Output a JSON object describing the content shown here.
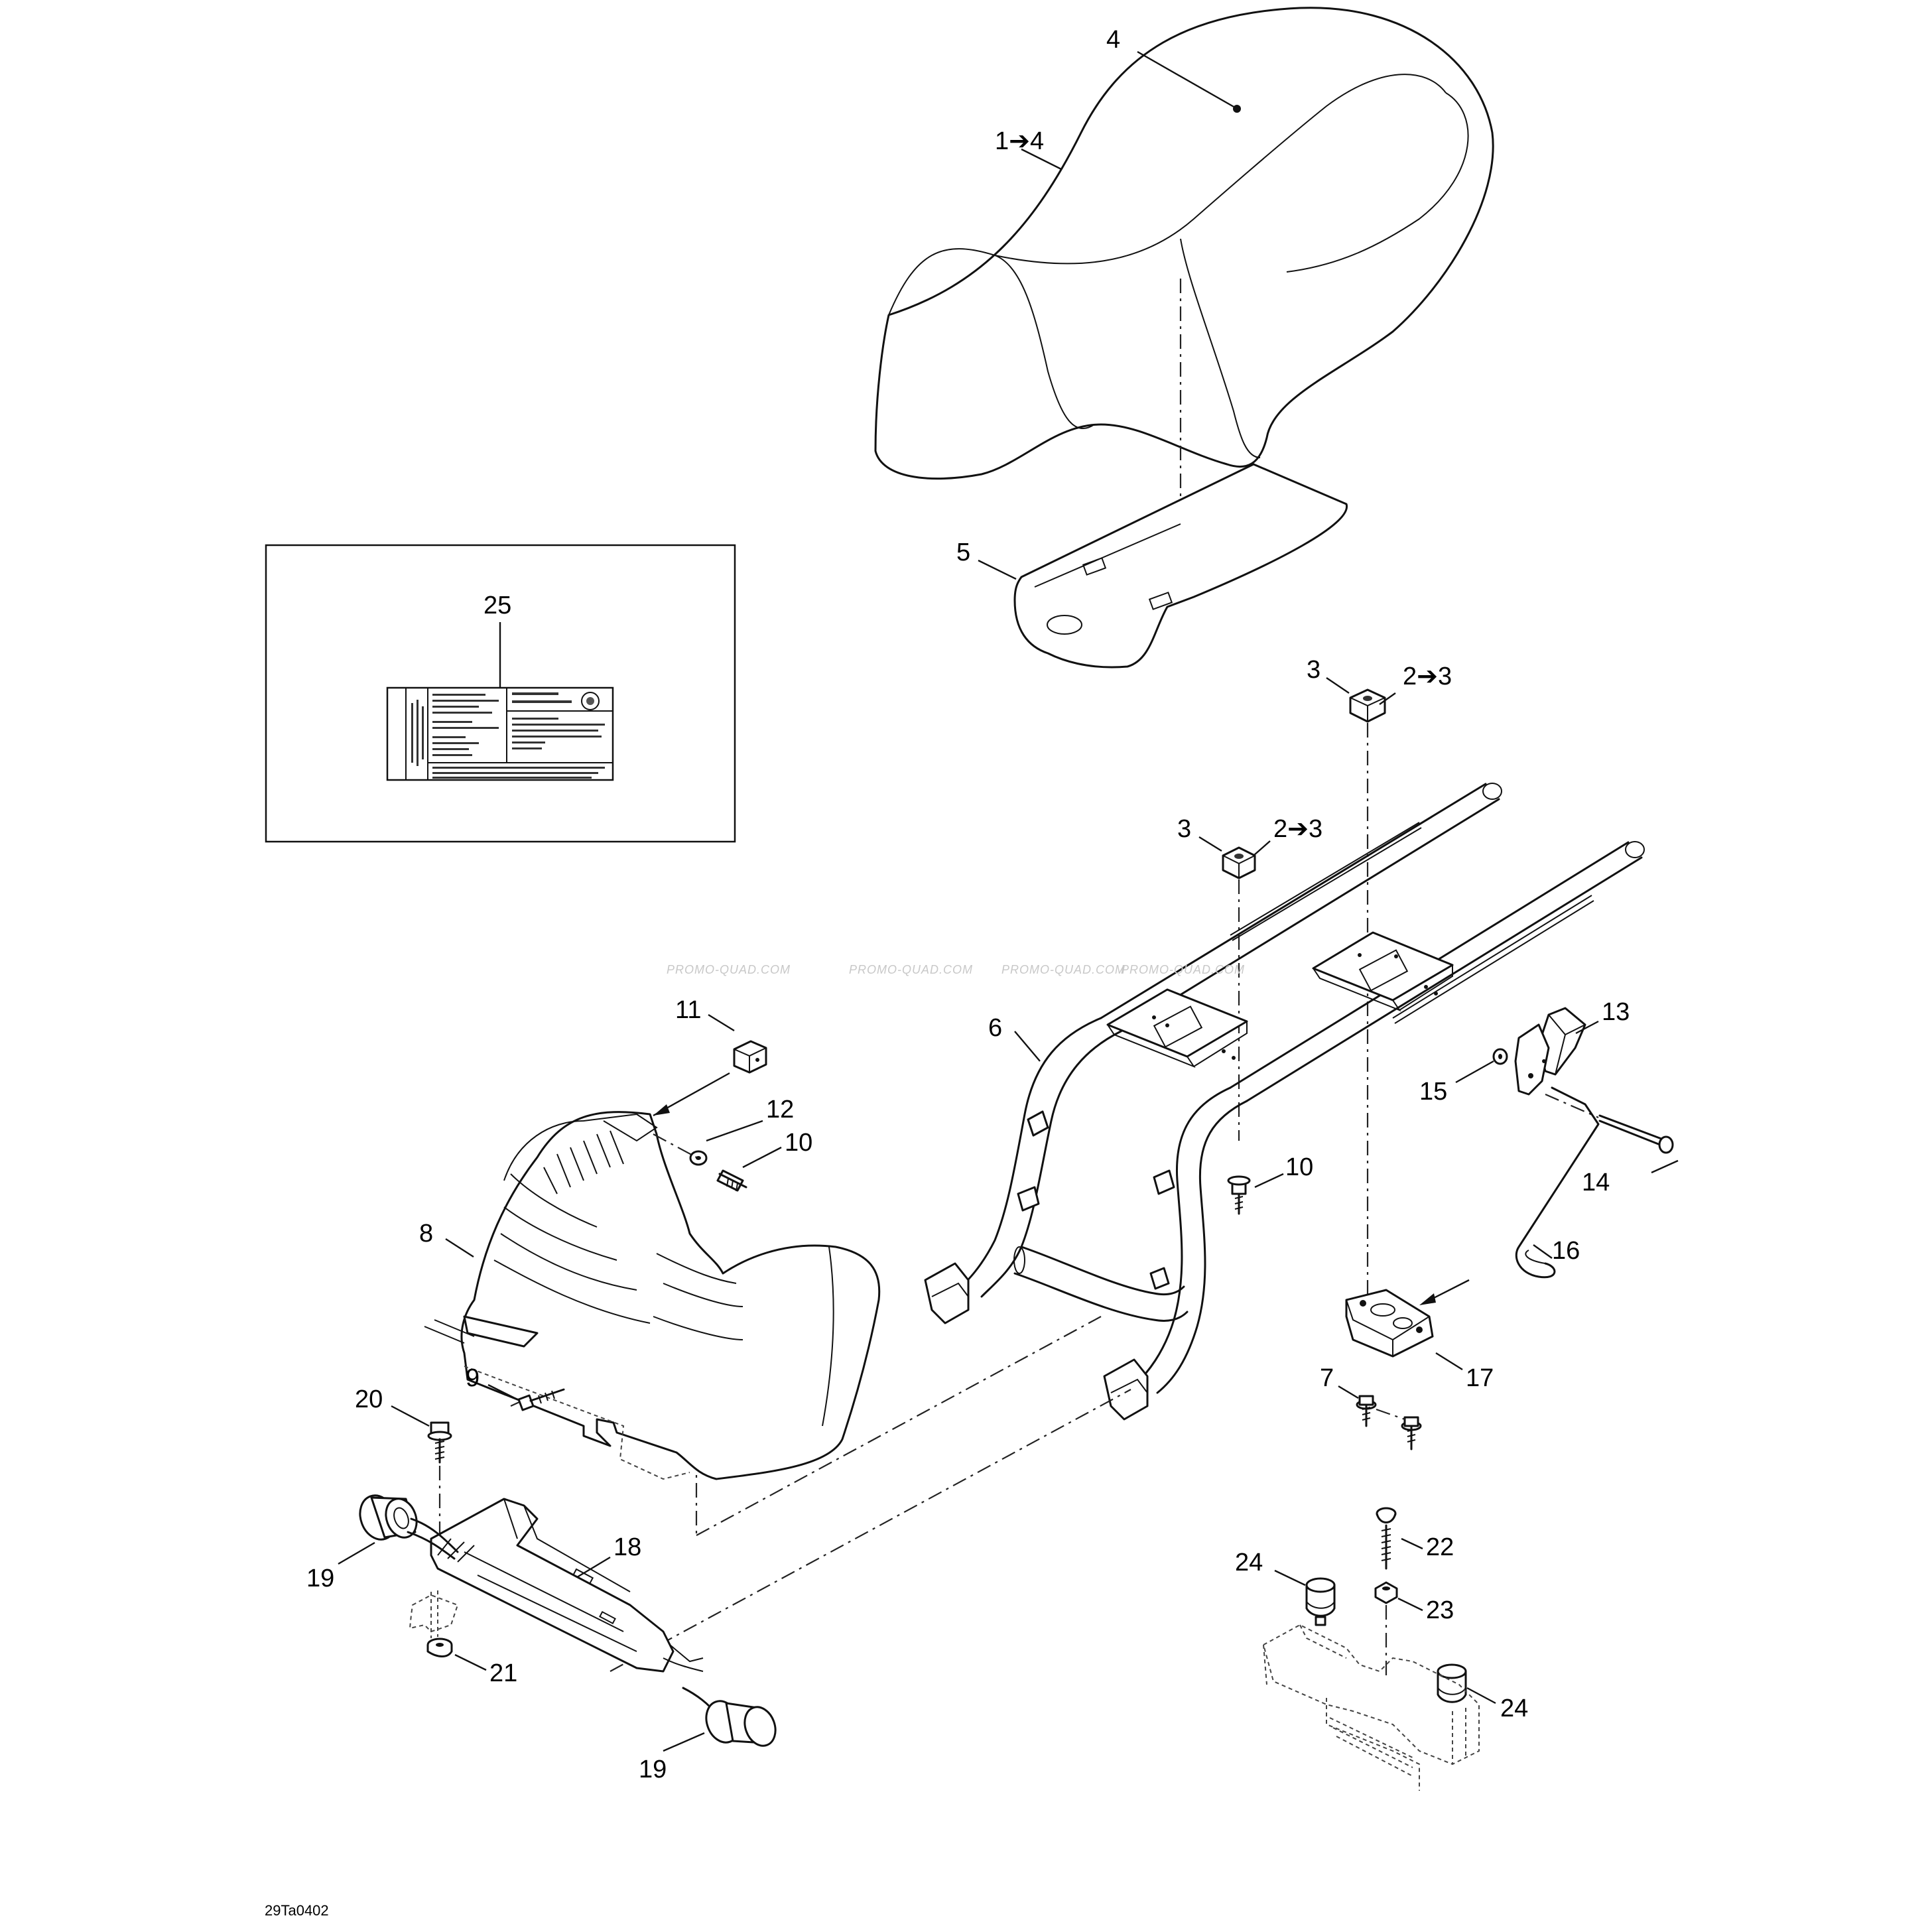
{
  "figure_ref": "29Ta0402",
  "watermark": [
    "PROMO-QUAD.COM",
    "PROMO-QUAD.COM",
    "PROMO-QUAD.COM",
    "PROMO-QUAD.COM"
  ],
  "inset": {
    "callout": "25"
  },
  "callouts": {
    "c4": "4",
    "c1_4": "1➔4",
    "c5": "5",
    "c3a": "3",
    "c2_3a": "2➔3",
    "c3b": "3",
    "c2_3b": "2➔3",
    "c6": "6",
    "c11": "11",
    "c12": "12",
    "c10a": "10",
    "c10b": "10",
    "c8": "8",
    "c9": "9",
    "c13": "13",
    "c15": "15",
    "c14": "14",
    "c16": "16",
    "c17": "17",
    "c7": "7",
    "c20": "20",
    "c19a": "19",
    "c18": "18",
    "c21": "21",
    "c19b": "19",
    "c22": "22",
    "c24a": "24",
    "c23": "23",
    "c24b": "24"
  }
}
